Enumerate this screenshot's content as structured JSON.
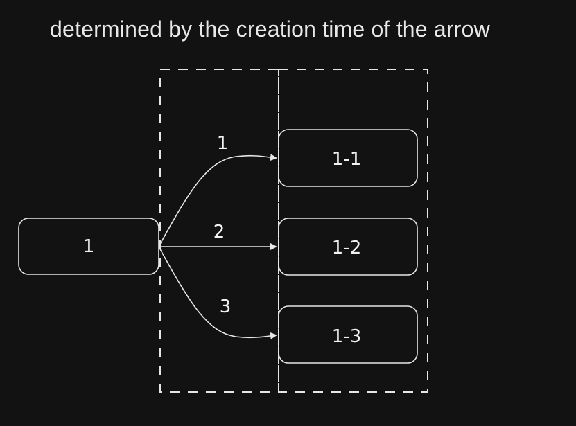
{
  "diagram": {
    "title": "determined by the creation time of the arrow",
    "nodes": {
      "root": "1",
      "child_1": "1-1",
      "child_2": "1-2",
      "child_3": "1-3"
    },
    "edges": {
      "edge_1": "1",
      "edge_2": "2",
      "edge_3": "3"
    },
    "colors": {
      "background": "#121212",
      "stroke": "#e6e6e6",
      "text": "#f2f2f2"
    }
  }
}
